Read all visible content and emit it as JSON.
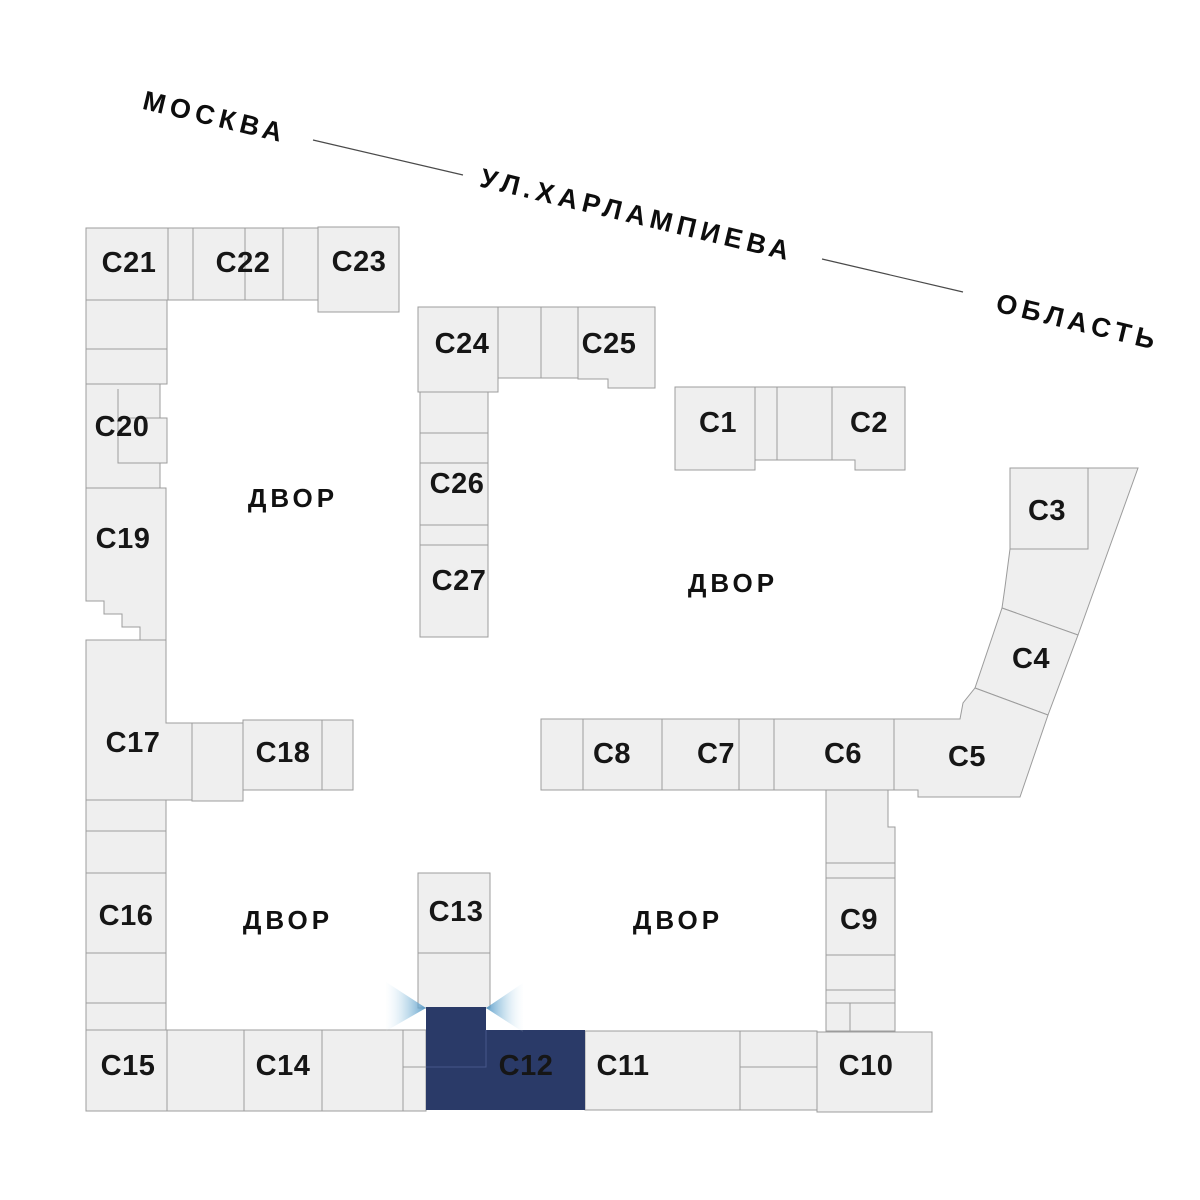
{
  "streets": {
    "moscow": "МОСКВА",
    "street": "УЛ.ХАРЛАМПИЕВА",
    "oblast": "ОБЛАСТЬ"
  },
  "labels": {
    "courtyard": "ДВОР"
  },
  "buildings": [
    {
      "id": "c1",
      "label": "С1",
      "selected": false
    },
    {
      "id": "c2",
      "label": "С2",
      "selected": false
    },
    {
      "id": "c3",
      "label": "С3",
      "selected": false
    },
    {
      "id": "c4",
      "label": "С4",
      "selected": false
    },
    {
      "id": "c5",
      "label": "С5",
      "selected": false
    },
    {
      "id": "c6",
      "label": "С6",
      "selected": false
    },
    {
      "id": "c7",
      "label": "С7",
      "selected": false
    },
    {
      "id": "c8",
      "label": "С8",
      "selected": false
    },
    {
      "id": "c9",
      "label": "С9",
      "selected": false
    },
    {
      "id": "c10",
      "label": "С10",
      "selected": false
    },
    {
      "id": "c11",
      "label": "С11",
      "selected": false
    },
    {
      "id": "c12",
      "label": "С12",
      "selected": true
    },
    {
      "id": "c13",
      "label": "С13",
      "selected": false
    },
    {
      "id": "c14",
      "label": "С14",
      "selected": false
    },
    {
      "id": "c15",
      "label": "С15",
      "selected": false
    },
    {
      "id": "c16",
      "label": "С16",
      "selected": false
    },
    {
      "id": "c17",
      "label": "С17",
      "selected": false
    },
    {
      "id": "c18",
      "label": "С18",
      "selected": false
    },
    {
      "id": "c19",
      "label": "С19",
      "selected": false
    },
    {
      "id": "c20",
      "label": "С20",
      "selected": false
    },
    {
      "id": "c21",
      "label": "С21",
      "selected": false
    },
    {
      "id": "c22",
      "label": "С22",
      "selected": false
    },
    {
      "id": "c23",
      "label": "С23",
      "selected": false
    },
    {
      "id": "c24",
      "label": "С24",
      "selected": false
    },
    {
      "id": "c25",
      "label": "С25",
      "selected": false
    },
    {
      "id": "c26",
      "label": "С26",
      "selected": false
    },
    {
      "id": "c27",
      "label": "С27",
      "selected": false
    }
  ],
  "colors": {
    "building_fill": "#efefef",
    "building_stroke": "#9c9c9c",
    "selected_fill": "#2a3a68",
    "selected_label": "#ffffff",
    "selected_seam": "#46578a",
    "label_color": "#161616",
    "beam_strong": "#4e94c4",
    "beam_soft": "#e8f4fb",
    "street_line": "#4a4a4a"
  }
}
